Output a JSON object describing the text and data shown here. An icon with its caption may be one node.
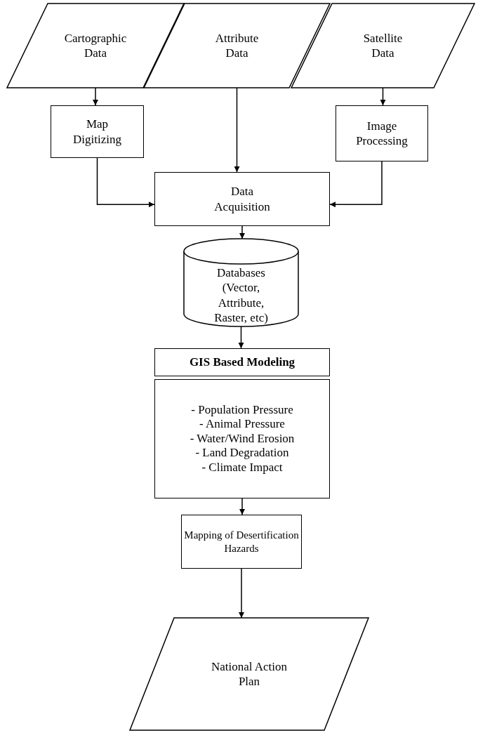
{
  "diagram": {
    "nodes": [
      {
        "text": [
          "Cartographic Data"
        ]
      },
      {
        "text": [
          "Attribute Data"
        ]
      },
      {
        "text": [
          "Satellite Data"
        ]
      },
      {
        "text": [
          "Map Digitizing"
        ]
      },
      {
        "text": [
          "Image Processing"
        ]
      },
      {
        "text": [
          "Data Acquisition"
        ]
      },
      {
        "text": [
          "Databases (Vector, Attribute, Raster, etc)"
        ]
      },
      {
        "text": [
          "GIS Based Modeling"
        ]
      },
      {
        "text": [
          "- Population Pressure",
          "- Animal Pressure",
          "- Water/Wind Erosion",
          "- Land Degradation",
          "- Climate Impact"
        ]
      },
      {
        "text": [
          "Mapping of Desertification Hazards"
        ]
      },
      {
        "text": [
          "National Action Plan"
        ]
      }
    ],
    "edges": [
      {
        "from": 0,
        "to": 3,
        "arrow": "to"
      },
      {
        "from": 1,
        "to": 5,
        "arrow": "to"
      },
      {
        "from": 2,
        "to": 4,
        "arrow": "to"
      },
      {
        "from": 3,
        "to": 5,
        "arrow": "to"
      },
      {
        "from": 4,
        "to": 5,
        "arrow": "to"
      },
      {
        "from": 5,
        "to": 6,
        "arrow": "to"
      },
      {
        "from": 6,
        "to": 7,
        "arrow": "to"
      },
      {
        "from": 8,
        "to": 9,
        "arrow": "to"
      },
      {
        "from": 9,
        "to": 10,
        "arrow": "to"
      }
    ]
  }
}
